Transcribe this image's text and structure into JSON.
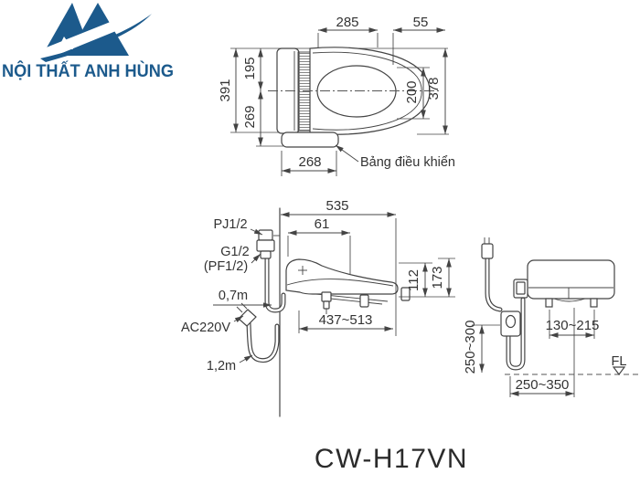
{
  "logo": {
    "brand": "NỘI THẤT ANH HÙNG"
  },
  "model": "CW-H17VN",
  "colors": {
    "brand_blue": "#1c5a8c",
    "line": "#444444",
    "text": "#333333"
  },
  "top_view": {
    "dim_seat_length": "285",
    "dim_front_gap": "55",
    "dim_body_length": "391",
    "dim_top_half": "195",
    "dim_bottom_half": "269",
    "dim_seat_width": "378",
    "dim_bowl_width": "200",
    "dim_panel_width": "268",
    "control_panel_label": "Bảng điều khiển"
  },
  "side_view": {
    "dim_total_length": "535",
    "dim_back_offset": "61",
    "water_inlet_label": "PJ1/2",
    "valve_label": "G1/2",
    "valve_label_alt": "(PF1/2)",
    "hose_length_label": "0,7m",
    "power_label": "AC220V",
    "cord_length_label": "1,2m",
    "dim_seat_height": "112",
    "dim_total_height": "173",
    "dim_bolt_range": "437~513"
  },
  "rear_view": {
    "dim_bolt_spacing": "130~215",
    "dim_outlet_height": "250~300",
    "dim_outlet_offset": "250~350",
    "floor_label": "FL"
  }
}
